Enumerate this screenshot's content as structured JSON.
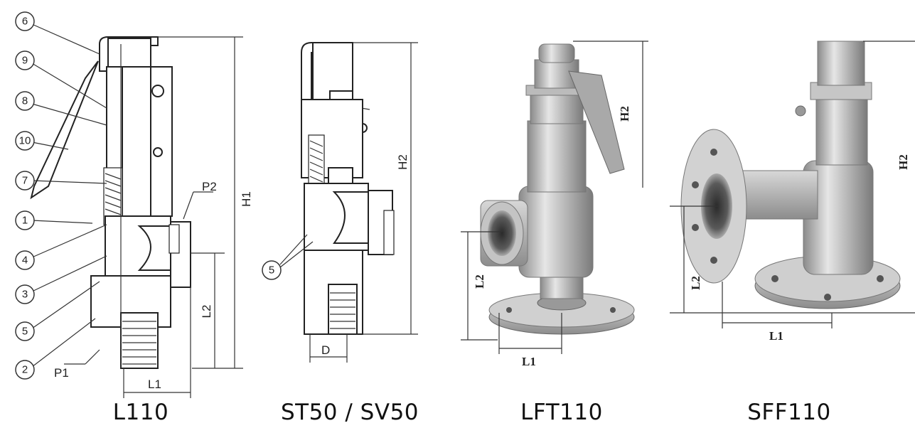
{
  "callouts": [
    "6",
    "9",
    "8",
    "10",
    "7",
    "1",
    "4",
    "3",
    "5",
    "2"
  ],
  "dims_l110": {
    "h1": "H1",
    "p2": "P2",
    "l2": "L2",
    "p1": "P1",
    "l1": "L1"
  },
  "dims_st50": {
    "h2": "H2",
    "d": "D",
    "callout": "5"
  },
  "dims_lft110": {
    "h2": "H2",
    "l2": "L2",
    "l1": "L1"
  },
  "dims_sff110": {
    "h2": "H2",
    "l2": "L2",
    "l1": "L1"
  },
  "models": [
    "L110",
    "ST50 / SV50",
    "LFT110",
    "SFF110"
  ]
}
